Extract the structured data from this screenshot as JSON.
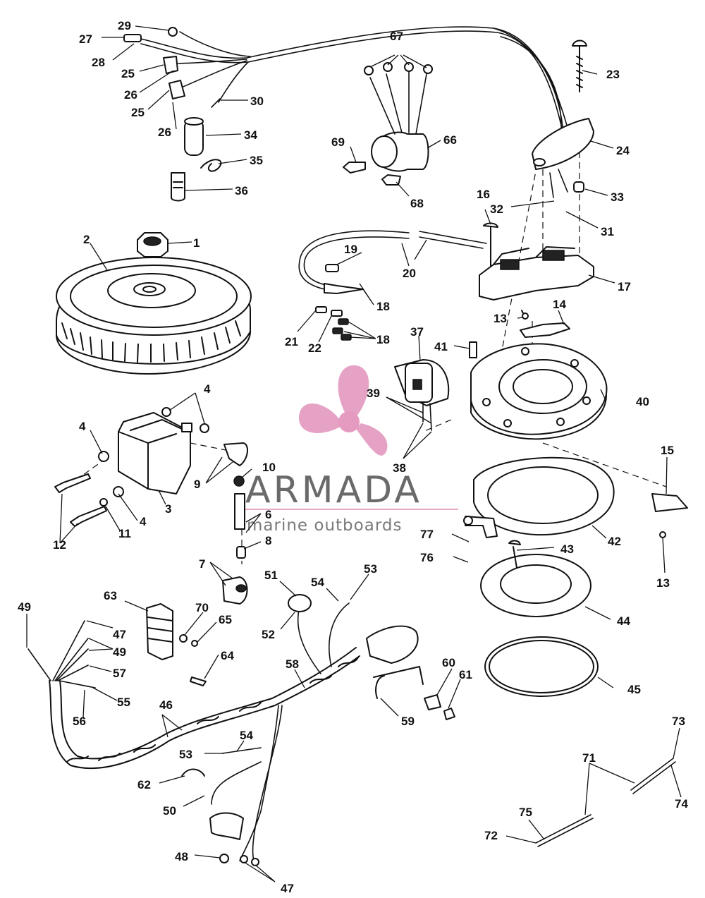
{
  "watermark": {
    "brand": "ARMADA",
    "tagline": "marine outboards",
    "logo_color": "#e6a2c4",
    "logo_center_color": "#e59ac0",
    "rule_color": "#e7a9c8"
  },
  "callouts": {
    "c1": "1",
    "c2": "2",
    "c3": "3",
    "c4a": "4",
    "c4b": "4",
    "c4c": "4",
    "c6": "6",
    "c7": "7",
    "c8": "8",
    "c9": "9",
    "c10": "10",
    "c11": "11",
    "c12": "12",
    "c13a": "13",
    "c13b": "13",
    "c14": "14",
    "c15": "15",
    "c16": "16",
    "c17": "17",
    "c18a": "18",
    "c18b": "18",
    "c19": "19",
    "c20": "20",
    "c21": "21",
    "c22": "22",
    "c23": "23",
    "c24": "24",
    "c25a": "25",
    "c25b": "25",
    "c26a": "26",
    "c26b": "26",
    "c27": "27",
    "c28": "28",
    "c29": "29",
    "c30": "30",
    "c31": "31",
    "c32": "32",
    "c33": "33",
    "c34": "34",
    "c35": "35",
    "c36": "36",
    "c37": "37",
    "c38": "38",
    "c39": "39",
    "c40": "40",
    "c41": "41",
    "c42": "42",
    "c43": "43",
    "c44": "44",
    "c45": "45",
    "c46": "46",
    "c47a": "47",
    "c47b": "47",
    "c48": "48",
    "c49a": "49",
    "c49b": "49",
    "c50": "50",
    "c51": "51",
    "c52": "52",
    "c53a": "53",
    "c53b": "53",
    "c54a": "54",
    "c54b": "54",
    "c55": "55",
    "c56": "56",
    "c57": "57",
    "c58": "58",
    "c59": "59",
    "c60": "60",
    "c61": "61",
    "c62": "62",
    "c63": "63",
    "c64": "64",
    "c65": "65",
    "c66": "66",
    "c67": "67",
    "c68": "68",
    "c69": "69",
    "c70": "70",
    "c71": "71",
    "c72": "72",
    "c73": "73",
    "c74": "74",
    "c75": "75",
    "c76": "76",
    "c77": "77"
  }
}
